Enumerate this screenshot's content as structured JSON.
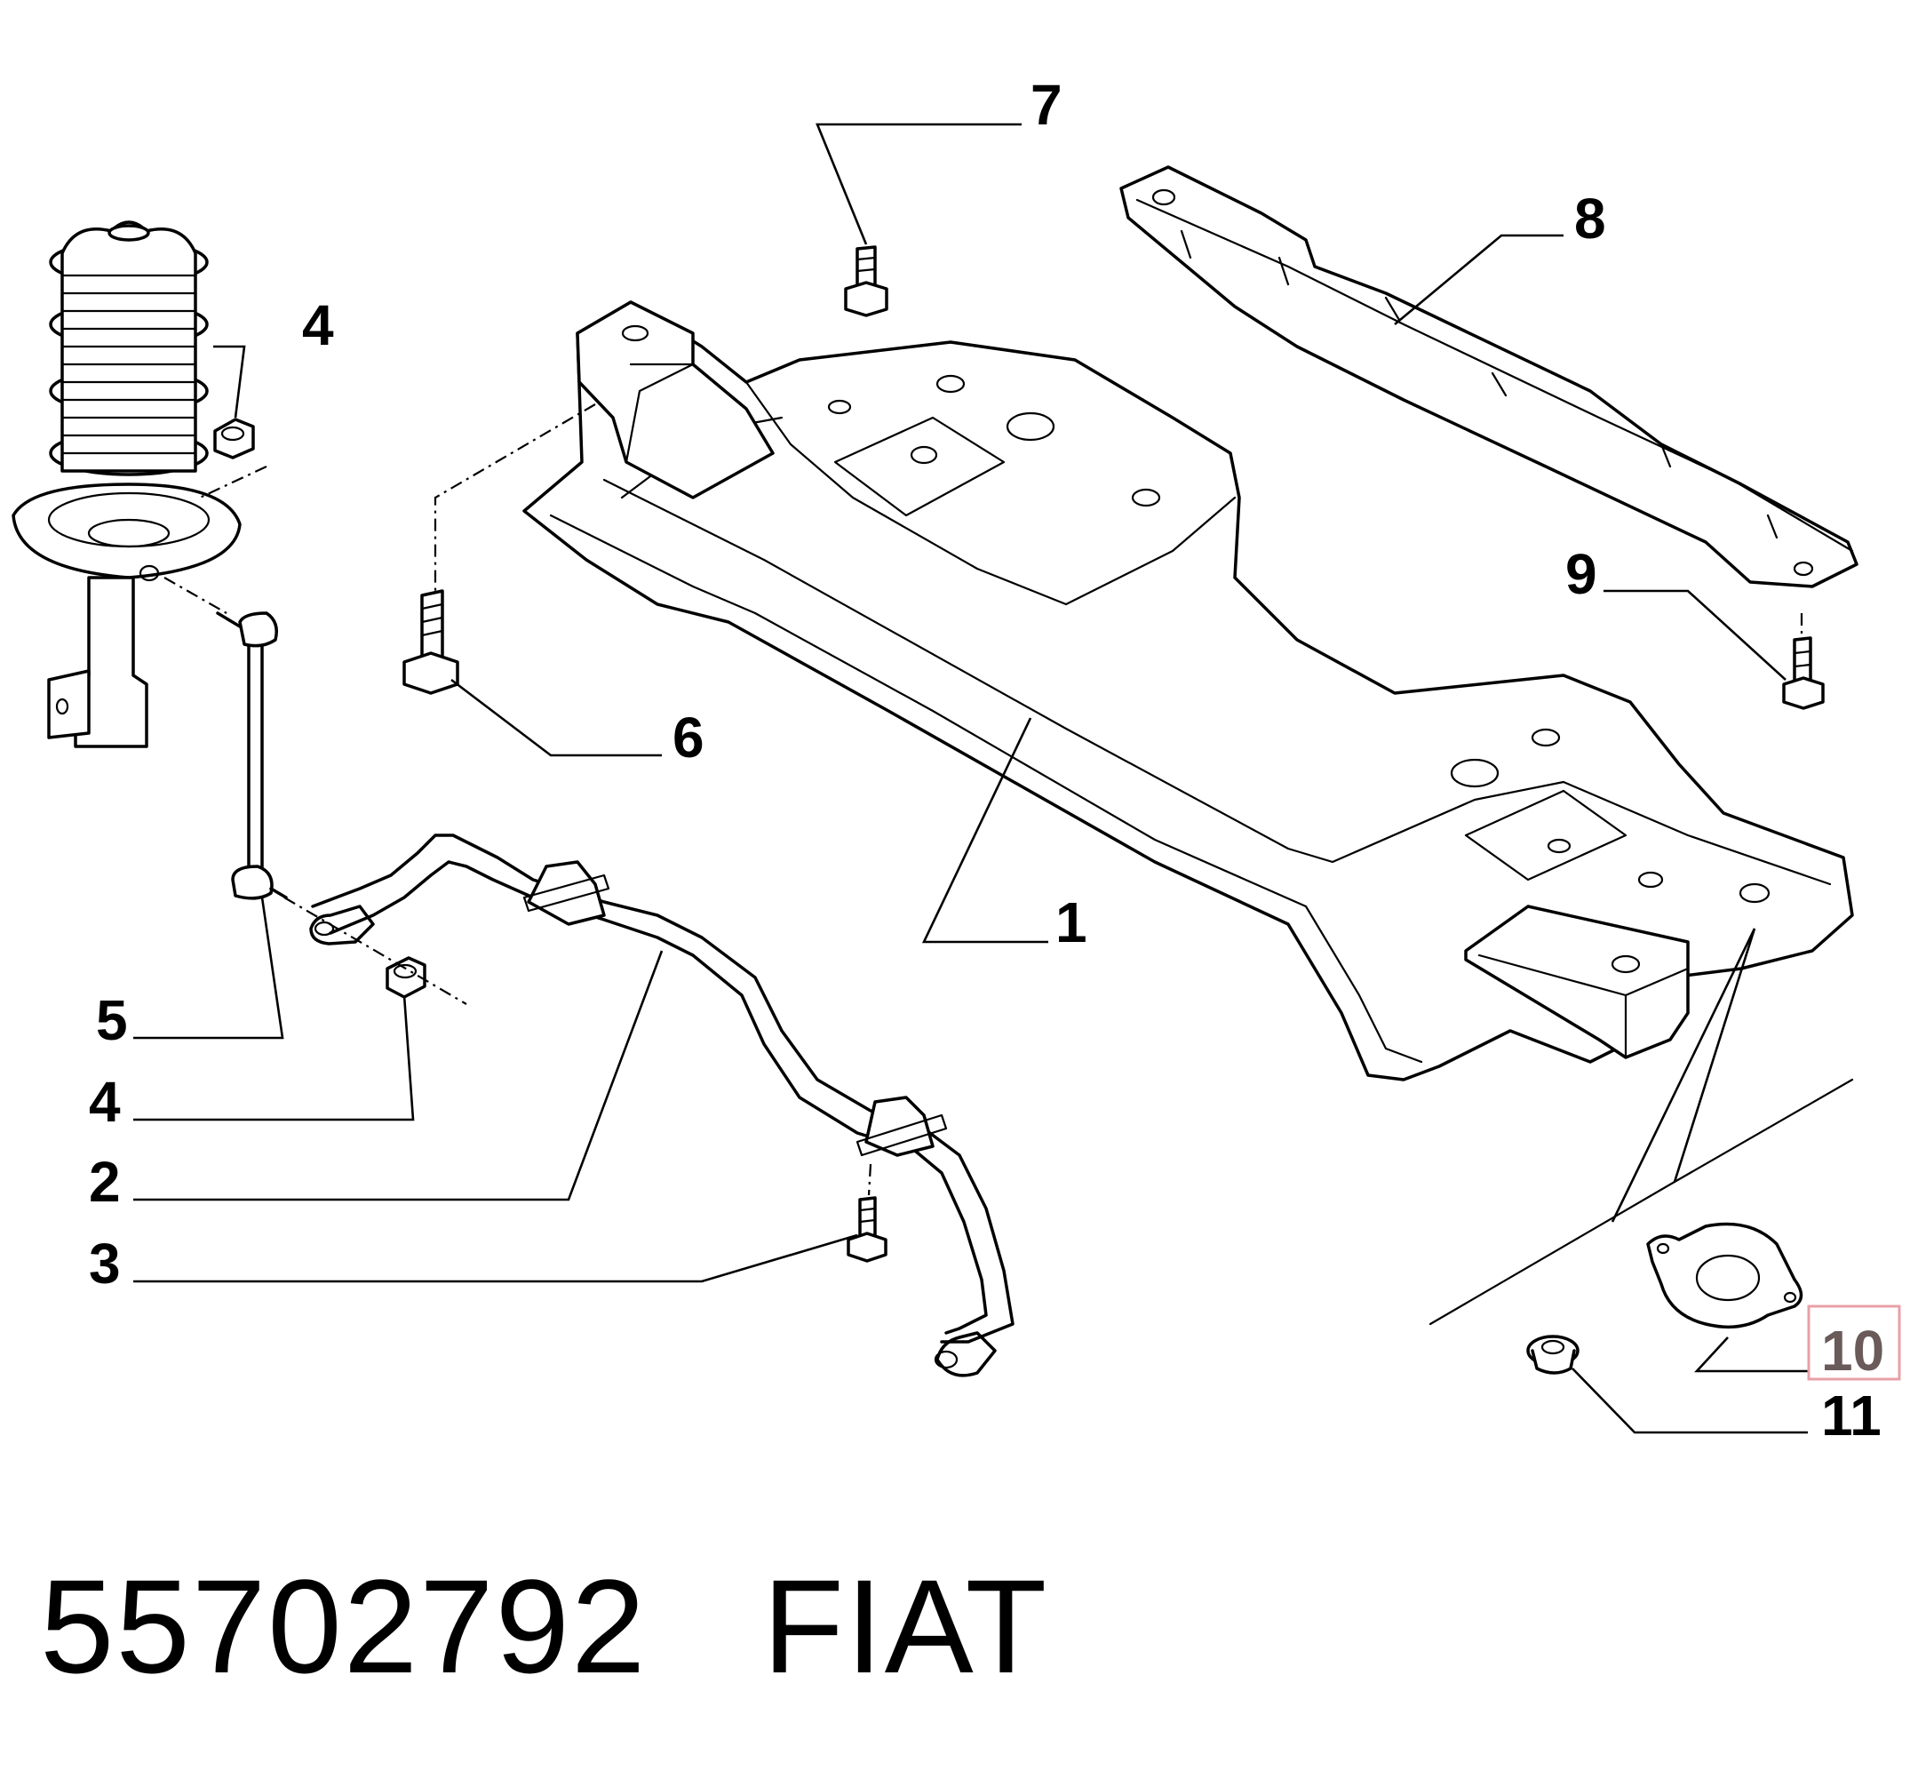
{
  "callouts": {
    "c1": "1",
    "c2": "2",
    "c3": "3",
    "c4a": "4",
    "c4b": "4",
    "c5": "5",
    "c6": "6",
    "c7": "7",
    "c8": "8",
    "c9": "9",
    "c10": "10",
    "c11": "11"
  },
  "highlight": {
    "callout": "10",
    "color": "#e8a0a8"
  },
  "caption": {
    "part_number": "55702792",
    "brand": "FIAT"
  }
}
